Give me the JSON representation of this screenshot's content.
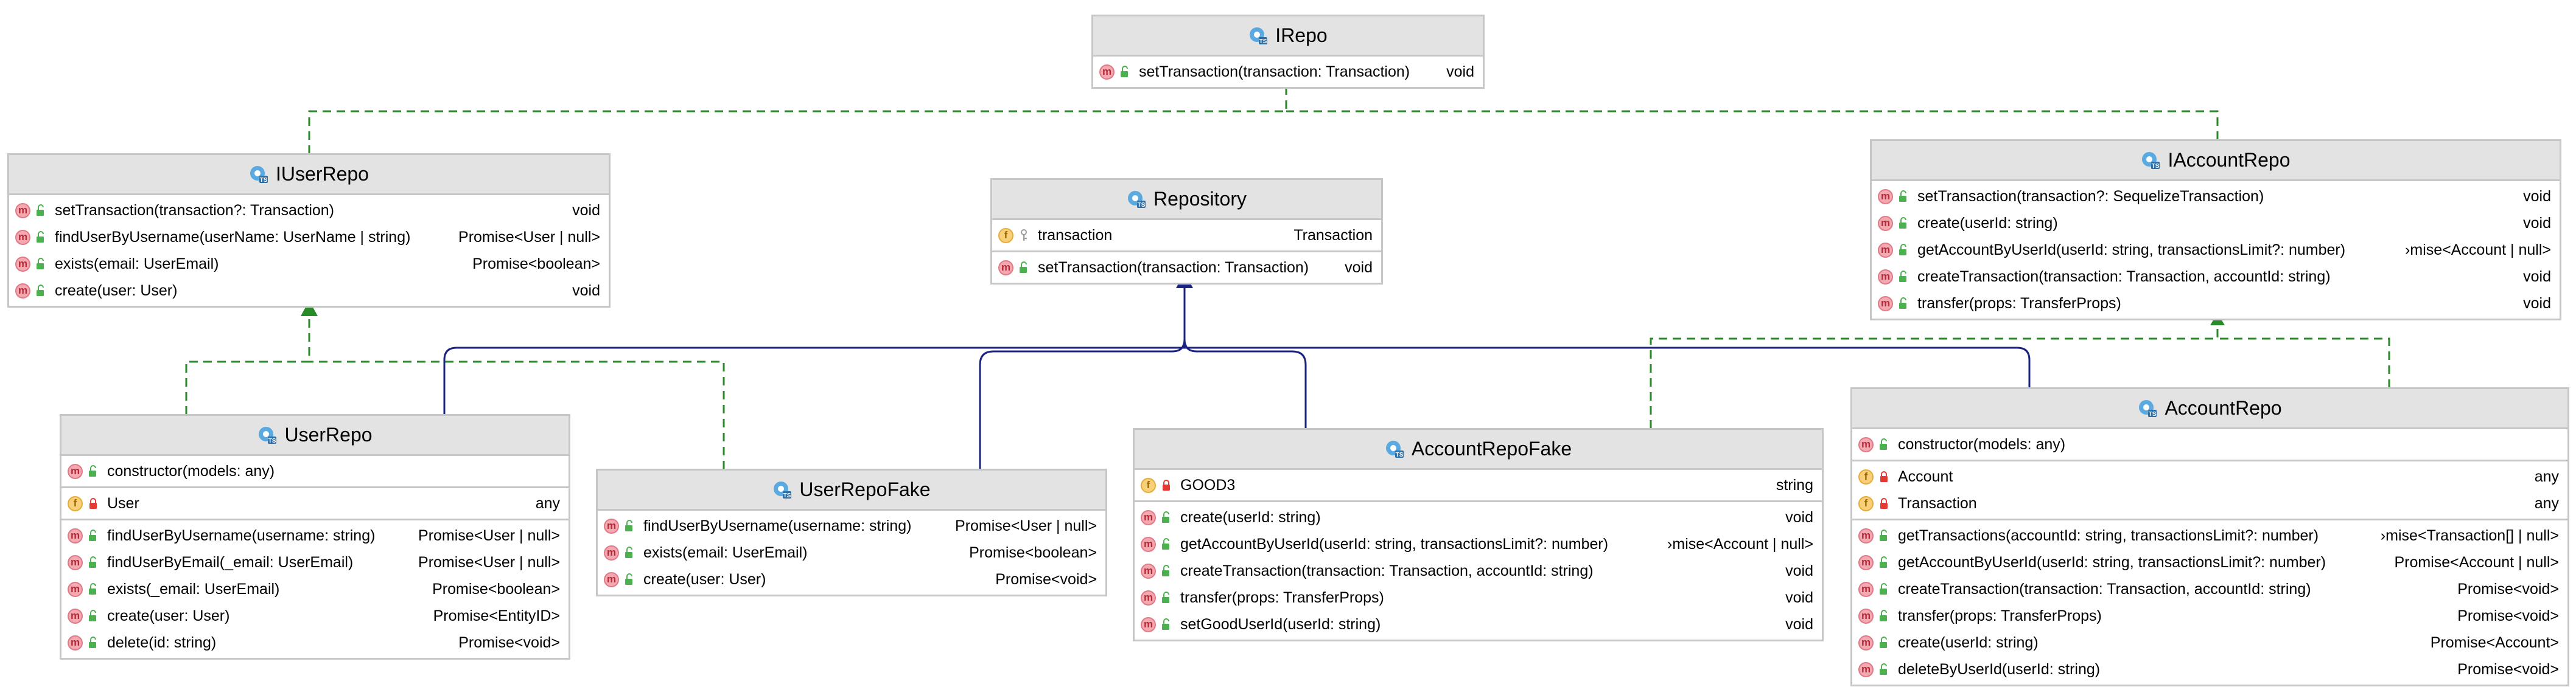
{
  "colors": {
    "realization_arrow": "#2a8a2a",
    "generalization_arrow": "#1a237e",
    "header_bg": "#e3e3e3",
    "border": "#c6c6c6",
    "method_badge": "#f4a8b0",
    "field_badge": "#f8d07a"
  },
  "icons": {
    "class_kind": "interface-icon",
    "method": "method-badge-m",
    "field": "field-badge-f",
    "public": "open-lock-icon",
    "private": "lock-icon",
    "protected": "key-icon"
  },
  "classes": {
    "irepo": {
      "name": "IRepo",
      "sections": [
        [
          {
            "kind": "m",
            "vis": "public",
            "name": "setTransaction(transaction: Transaction)",
            "type": "void"
          }
        ]
      ]
    },
    "iuserrepo": {
      "name": "IUserRepo",
      "sections": [
        [
          {
            "kind": "m",
            "vis": "public",
            "name": "setTransaction(transaction?: Transaction)",
            "type": "void"
          },
          {
            "kind": "m",
            "vis": "public",
            "name": "findUserByUsername(userName: UserName | string)",
            "type": "Promise<User | null>"
          },
          {
            "kind": "m",
            "vis": "public",
            "name": "exists(email: UserEmail)",
            "type": "Promise<boolean>"
          },
          {
            "kind": "m",
            "vis": "public",
            "name": "create(user: User)",
            "type": "void"
          }
        ]
      ]
    },
    "repository": {
      "name": "Repository",
      "sections": [
        [
          {
            "kind": "f",
            "vis": "protected",
            "name": "transaction",
            "type": "Transaction"
          }
        ],
        [
          {
            "kind": "m",
            "vis": "public",
            "name": "setTransaction(transaction: Transaction)",
            "type": "void"
          }
        ]
      ]
    },
    "iaccountrepo": {
      "name": "IAccountRepo",
      "sections": [
        [
          {
            "kind": "m",
            "vis": "public",
            "name": "setTransaction(transaction?: SequelizeTransaction)",
            "type": "void"
          },
          {
            "kind": "m",
            "vis": "public",
            "name": "create(userId: string)",
            "type": "void"
          },
          {
            "kind": "m",
            "vis": "public",
            "name": "getAccountByUserId(userId: string, transactionsLimit?: number)",
            "type": "›mise<Account | null>"
          },
          {
            "kind": "m",
            "vis": "public",
            "name": "createTransaction(transaction: Transaction, accountId: string)",
            "type": "void"
          },
          {
            "kind": "m",
            "vis": "public",
            "name": "transfer(props: TransferProps)",
            "type": "void"
          }
        ]
      ]
    },
    "userrepo": {
      "name": "UserRepo",
      "sections": [
        [
          {
            "kind": "m",
            "vis": "public",
            "name": "constructor(models: any)",
            "type": ""
          }
        ],
        [
          {
            "kind": "f",
            "vis": "private",
            "name": "User",
            "type": "any"
          }
        ],
        [
          {
            "kind": "m",
            "vis": "public",
            "name": "findUserByUsername(username: string)",
            "type": "Promise<User | null>"
          },
          {
            "kind": "m",
            "vis": "public",
            "name": "findUserByEmail(_email: UserEmail)",
            "type": "Promise<User | null>"
          },
          {
            "kind": "m",
            "vis": "public",
            "name": "exists(_email: UserEmail)",
            "type": "Promise<boolean>"
          },
          {
            "kind": "m",
            "vis": "public",
            "name": "create(user: User)",
            "type": "Promise<EntityID>"
          },
          {
            "kind": "m",
            "vis": "public",
            "name": "delete(id: string)",
            "type": "Promise<void>"
          }
        ]
      ]
    },
    "userrepofake": {
      "name": "UserRepoFake",
      "sections": [
        [
          {
            "kind": "m",
            "vis": "public",
            "name": "findUserByUsername(username: string)",
            "type": "Promise<User | null>"
          },
          {
            "kind": "m",
            "vis": "public",
            "name": "exists(email: UserEmail)",
            "type": "Promise<boolean>"
          },
          {
            "kind": "m",
            "vis": "public",
            "name": "create(user: User)",
            "type": "Promise<void>"
          }
        ]
      ]
    },
    "accountrepofake": {
      "name": "AccountRepoFake",
      "sections": [
        [
          {
            "kind": "f",
            "vis": "private",
            "name": "GOOD3",
            "type": "string"
          }
        ],
        [
          {
            "kind": "m",
            "vis": "public",
            "name": "create(userId: string)",
            "type": "void"
          },
          {
            "kind": "m",
            "vis": "public",
            "name": "getAccountByUserId(userId: string, transactionsLimit?: number)",
            "type": "›mise<Account | null>"
          },
          {
            "kind": "m",
            "vis": "public",
            "name": "createTransaction(transaction: Transaction, accountId: string)",
            "type": "void"
          },
          {
            "kind": "m",
            "vis": "public",
            "name": "transfer(props: TransferProps)",
            "type": "void"
          },
          {
            "kind": "m",
            "vis": "public",
            "name": "setGoodUserId(userId: string)",
            "type": "void"
          }
        ]
      ]
    },
    "accountrepo": {
      "name": "AccountRepo",
      "sections": [
        [
          {
            "kind": "m",
            "vis": "public",
            "name": "constructor(models: any)",
            "type": ""
          }
        ],
        [
          {
            "kind": "f",
            "vis": "private",
            "name": "Account",
            "type": "any"
          },
          {
            "kind": "f",
            "vis": "private",
            "name": "Transaction",
            "type": "any"
          }
        ],
        [
          {
            "kind": "m",
            "vis": "public",
            "name": "getTransactions(accountId: string, transactionsLimit?: number)",
            "type": "›mise<Transaction[] | null>"
          },
          {
            "kind": "m",
            "vis": "public",
            "name": "getAccountByUserId(userId: string, transactionsLimit?: number)",
            "type": "Promise<Account | null>"
          },
          {
            "kind": "m",
            "vis": "public",
            "name": "createTransaction(transaction: Transaction, accountId: string)",
            "type": "Promise<void>"
          },
          {
            "kind": "m",
            "vis": "public",
            "name": "transfer(props: TransferProps)",
            "type": "Promise<void>"
          },
          {
            "kind": "m",
            "vis": "public",
            "name": "create(userId: string)",
            "type": "Promise<Account>"
          },
          {
            "kind": "m",
            "vis": "public",
            "name": "deleteByUserId(userId: string)",
            "type": "Promise<void>"
          }
        ]
      ]
    }
  }
}
